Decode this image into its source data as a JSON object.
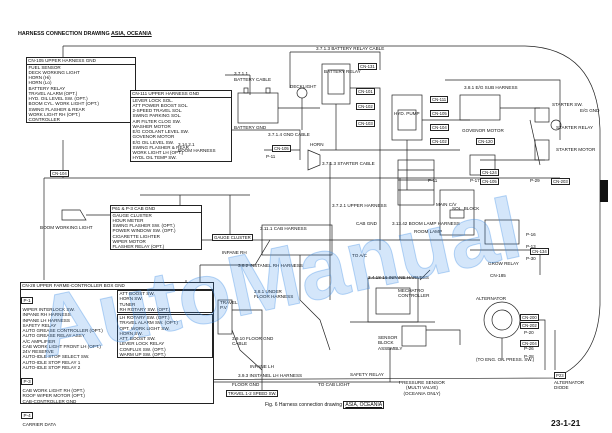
{
  "title_prefix": "HARNESS CONNECTION DRAWING",
  "title_region": "ASIA, OCEANIA",
  "caption_prefix": "Fig. 6  Harness connection drawing",
  "caption_region": "ASIA, OCEANIA",
  "page_number": "23-1-21",
  "watermark": "AutoManual",
  "cn105": {
    "header": "CN-105 UPPER HARNESS GND",
    "rows": [
      "FUEL SENSOR",
      "DECK WORKING LIGHT",
      "HORN (Hi)",
      "HORN (Lo)",
      "BATTERY RELAY",
      "TRAVEL ALARM (OPT.)",
      "HYD. OIL LEVEL SW. (OPT.)",
      "BOOM CYL. WORK LIGHT (OPT.)",
      "SWING FLASHER & REAR",
      "WORK LIGHT RH (OPT.)",
      "CONTROLLER"
    ]
  },
  "cn111": {
    "header": "CN-111 UPPER HARNESS GND",
    "rows": [
      "LEVER LOCK SOL.",
      "ATT POWER BOOST SOL.",
      "2-SPEED TRAVEL SOL.",
      "SWING PARKING SOL.",
      "AIR FILTER CLOG SW.",
      "WASHER MOTOR",
      "E/G COOLANT LEVEL SW.",
      "GOVENOR MOTOR",
      "E/G OIL LEVEL SW.",
      "SWING FLASHER & REAR",
      "WORK LIGHT LH (OPT.)",
      "HYDL OIL TEMP SW."
    ]
  },
  "p61": {
    "header": "P61 & P-3 CAB GND",
    "rows": [
      "GAUGE CLUSTER",
      "HOUR METER",
      "SWING FLASHER SW. (OPT.)",
      "POWER WINDOW SW. (OPT.)",
      "CIGARETTE LIGHTER",
      "WIPER MOTOR",
      "FLASHER RELAY (OPT.)"
    ]
  },
  "cn28": {
    "header": "CN-28 UPPER FARME-CONTROLLER BOX GND",
    "p1": "P-1",
    "p3": "P-3",
    "p4": "P-4",
    "left_rows": [
      "WIPER INTERLOCK SW.",
      "INPANE RH HARNESS",
      "INPANE LH HARNESS",
      "SAFETY RELAY",
      "AUTO GREASE CONTROLLER (OPT.)",
      "AUTO GREASE RELAY ASSY",
      "A/C AMPLIFIER",
      "CAB WORK LIGHT FRONT LH (OPT.)",
      "24V RESERVE",
      "AUTO-IDLE STOP SELECT SW.",
      "AUTO-IDLE STOP RELAY 1",
      "AUTO-IDLE STOP RELAY 2"
    ],
    "p3_rows": [
      "CAB WORK LIGHT RH (OPT.)",
      "ROOF WIPER MOTOR (OPT.)",
      "CAB-CONTROLLER GND"
    ],
    "p4_rows": [
      "CARRIER DATA"
    ],
    "right_top_rows": [
      "ATT BOOST SW.",
      "HORN SW.",
      "TUNER",
      "RH ROTARY SW. (OPT.)"
    ],
    "right_bottom_rows": [
      "LH ROTARY SW. (OPT.)",
      "TRAVEL ALARM SW. (OPT.)",
      "OPT. WORK LIGHT SW.",
      "HORN SW.",
      "ATT. BOOST SW.",
      "LEVER LOCK RELAY",
      "CONFLUX SW. (OPT.)",
      "WARM UP SW. (OPT.)"
    ]
  },
  "labels": {
    "battery_cable_top": "3.7.1.3 BATTERY RELAY CABLE",
    "battery_cable": "BATTERY CABLE",
    "battery_cable_num": "3.7.1.1",
    "battery_relay": "BATTERY RELAY",
    "deck_light": "DECKLIGHT",
    "battery_gnd": "BATTERY GND",
    "gnd_cable": "3.7.1.4 GND CABLE",
    "starter_cable": "3.7.1.3 STARTER CABLE",
    "hyd_pump": "HYD. PUMP",
    "eg_sub_harness": "3.8.1 E/G SUB HARNESS",
    "starter_sw": "STARTER SW.",
    "eg_gnd": "E/G GND",
    "starter_relay": "STARTER RELAY",
    "starter_motor": "STARTER MOTOR",
    "governor_motor": "GOVENOR MOTOR",
    "boom_harness": "BOOM HARNESS",
    "boom_harness_num": "3.14.2.1",
    "horn": "HORN",
    "upper_harness": "3.7.2.1 UPPER HARNESS",
    "main_cv": "MAIN C/V",
    "sol_block": "SOL. BLOCK",
    "boom_working_light": "BOOM WORKING LIGHT",
    "cab_gnd": "CAB GND",
    "boom_lamp_harness": "3.13.42 BOOM LAMP HARNESS",
    "room_lamp": "ROOM LAMP",
    "gauge_cluster": "GAUGE CLUSTER",
    "cab_harness": "3.11.1 CAB HARNESS",
    "inpane_rh": "INPANE RH",
    "to_ac": "TO A/C",
    "grow_relay": "GROW RELAY",
    "instanel_rh": "3.8.2 INSTANEL RH HARNESS",
    "inpane_harness": "3.4.18-16 INPANE HARNESS",
    "under_floor": "3.8.1 UNDER FLOOR HARNESS",
    "mechatro": "MECHATRO CONTROLLER",
    "travel_pv": "TRAVEL P.V",
    "alternator": "ALTERNATOR",
    "floor_gnd_cable": "3.9.10 FLOOR GND CABLE",
    "sensor_block": "SENSOR BLOCK ASSEMBLY",
    "inpane_lh": "INPANE LH",
    "instanel_lh": "3.9.3 INSTANEL LH HARNESS",
    "safety_relay": "SAFETY RELAY",
    "to_cab_light": "TO CAB LIGHT",
    "to_eng_oil": "(TO ENG. OIL PRESS. SW.)",
    "floor_gnd": "FLOOR GND",
    "travel_12_speed": "TRAVEL 1-2 SPEED SW.",
    "pressure_sensor": "PRESSURE SENSOR (MULTI VALVE) (OCEANIA ONLY)",
    "p23": "P23",
    "alternator_diode": "ALTERNATOR DIODE"
  },
  "tags": [
    "CN-131",
    "CN-101",
    "CN-102",
    "CN-103",
    "CN-104",
    "CN-105",
    "P-11",
    "CN-111",
    "CN-105",
    "CN-104",
    "CN-102",
    "CN-120",
    "CN-124",
    "CN-105",
    "CN-203",
    "P-29",
    "P-17",
    "P-11",
    "P-16",
    "P-13",
    "P-30",
    "CN-134",
    "CN-185",
    "CN-202",
    "CN-200",
    "CN-204",
    "P-20",
    "P-26",
    "P-28"
  ]
}
